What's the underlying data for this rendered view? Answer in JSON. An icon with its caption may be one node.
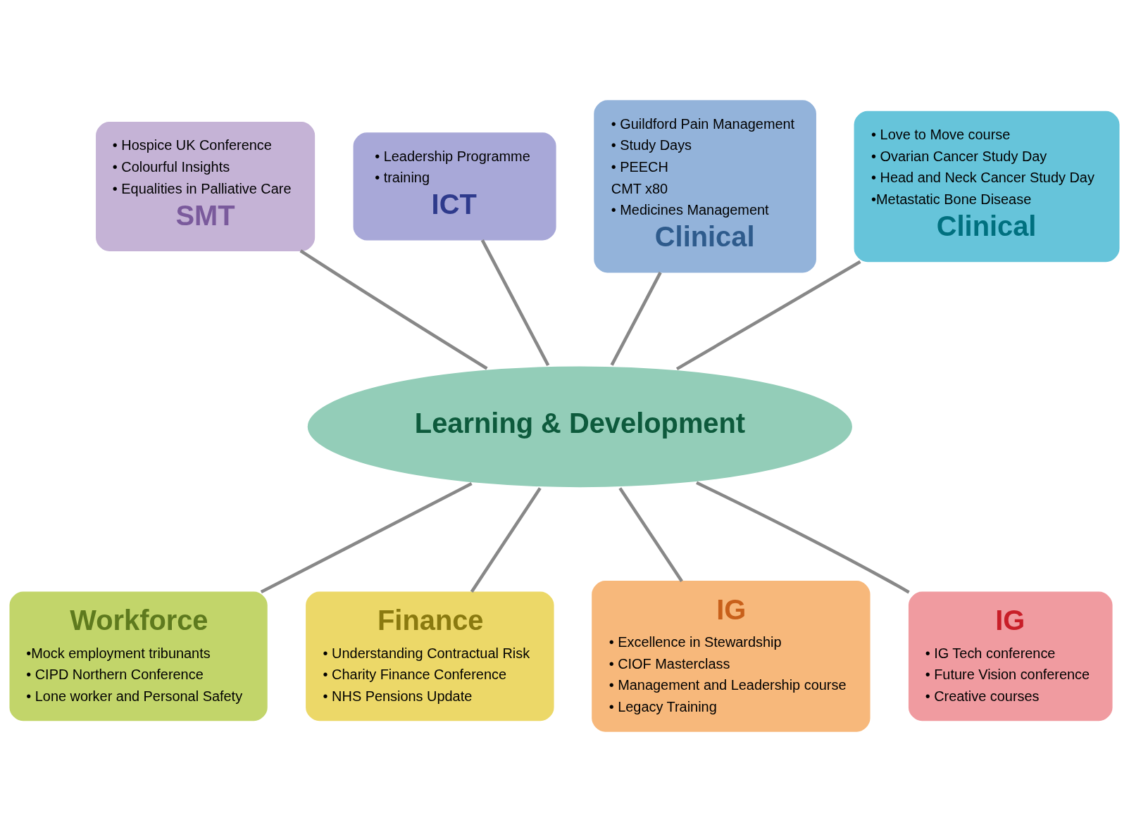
{
  "diagram": {
    "nodes": [
      {
        "text": [
          "• Hospice UK Conference",
          "• Colourful Insights",
          "• Equalities in Palliative Care",
          "SMT"
        ]
      },
      {
        "text": [
          "• Leadership Programme",
          "• training",
          "ICT"
        ]
      },
      {
        "text": [
          "• Guildford Pain Management",
          "• Study Days",
          "• PEECH",
          "CMT x80",
          "• Medicines Management",
          "Clinical"
        ]
      },
      {
        "text": [
          "• Love to Move course",
          "• Ovarian Cancer Study Day",
          "• Head and Neck Cancer Study Day",
          "•Metastatic Bone Disease",
          "Clinical"
        ]
      },
      {
        "text": [
          "Learning & Development"
        ]
      },
      {
        "text": [
          "Workforce",
          "•Mock employment tribunants",
          "• CIPD Northern Conference",
          "• Lone worker and Personal Safety"
        ]
      },
      {
        "text": [
          "Finance",
          "• Understanding Contractual Risk",
          "• Charity Finance Conference",
          "• NHS Pensions Update"
        ]
      },
      {
        "text": [
          "IG",
          "• Excellence in Stewardship",
          "• CIOF Masterclass",
          "• Management and Leadership course",
          "• Legacy Training"
        ]
      },
      {
        "text": [
          "IG",
          "• IG Tech conference",
          "• Future Vision conference",
          "• Creative courses"
        ]
      }
    ],
    "edges": [
      {
        "from": 4,
        "to": 0,
        "arrow": "none"
      },
      {
        "from": 4,
        "to": 1,
        "arrow": "none"
      },
      {
        "from": 4,
        "to": 2,
        "arrow": "none"
      },
      {
        "from": 4,
        "to": 3,
        "arrow": "none"
      },
      {
        "from": 4,
        "to": 5,
        "arrow": "none"
      },
      {
        "from": 4,
        "to": 6,
        "arrow": "none"
      },
      {
        "from": 4,
        "to": 7,
        "arrow": "none"
      },
      {
        "from": 4,
        "to": 8,
        "arrow": "none"
      }
    ]
  }
}
